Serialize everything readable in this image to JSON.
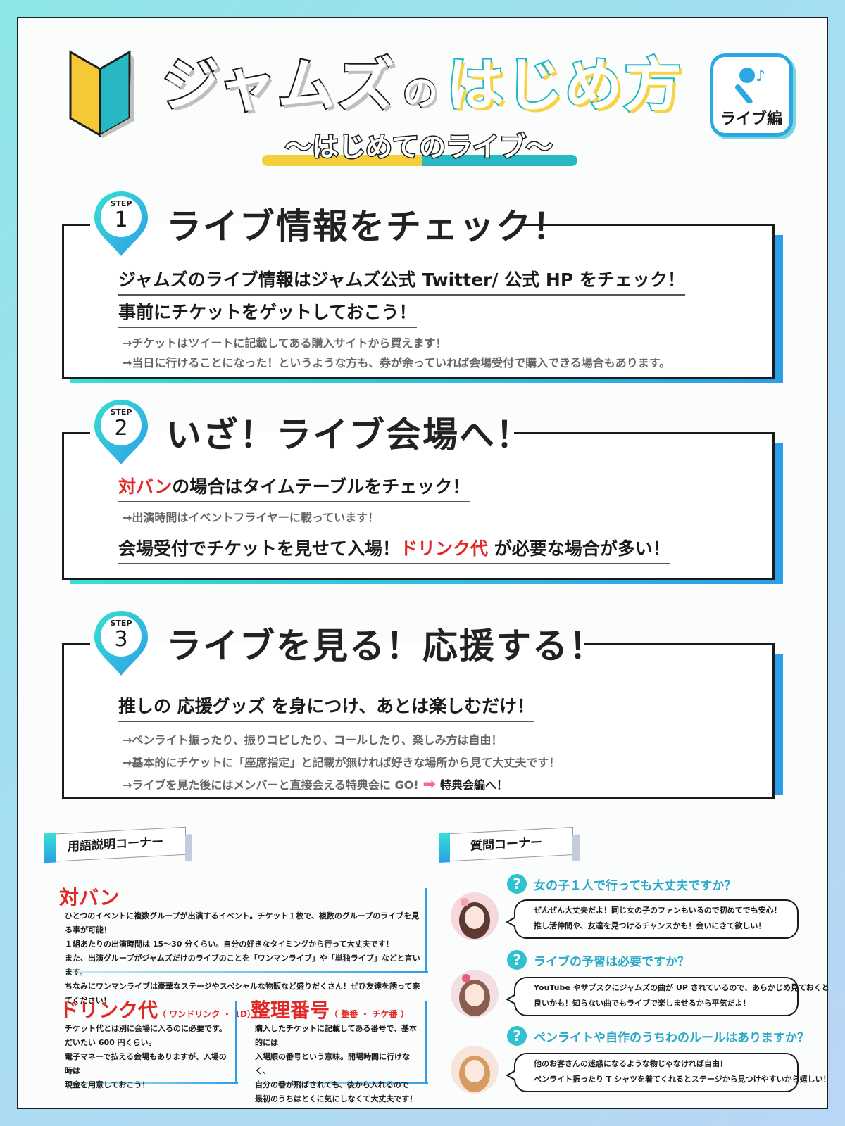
{
  "header": {
    "title_part1": "ジャムズ",
    "title_part2": "の",
    "title_part3": "はじめ方",
    "subtitle": "〜はじめてのライブ〜",
    "badge_label": "ライブ編"
  },
  "steps": [
    {
      "step_label": "STEP",
      "num": "1",
      "title": "ライブ情報をチェック！",
      "lead1": "ジャムズのライブ情報はジャムズ公式 Twitter/ 公式 HP をチェック！",
      "lead2": "事前にチケットをゲットしておこう！",
      "note1": "→チケットはツイートに記載してある購入サイトから買えます！",
      "note2": "→当日に行けることになった！というような方も、券が余っていれば会場受付で購入できる場合もあります。"
    },
    {
      "step_label": "STEP",
      "num": "2",
      "title": "いざ！ライブ会場へ！",
      "lead1_red": "対バン",
      "lead1_rest": "の場合はタイムテーブルをチェック！",
      "note1": "→出演時間はイベントフライヤーに載っています！",
      "lead2_a": "会場受付でチケットを見せて入場！",
      "lead2_red": "ドリンク代",
      "lead2_b": "が必要な場合が多い！"
    },
    {
      "step_label": "STEP",
      "num": "3",
      "title": "ライブを見る！応援する！",
      "lead1": "推しの 応援グッズ を身につけ、あとは楽しむだけ！",
      "note1": "→ペンライト振ったり、振りコピしたり、コールしたり、楽しみ方は自由！",
      "note2": "→基本的にチケットに「座席指定」と記載が無ければ好きな場所から見て大丈夫です！",
      "note3a": "→ライブを見た後にはメンバーと直接会える特典会に GO!",
      "note3b": "特典会編へ！"
    }
  ],
  "glossary": {
    "tab": "用語説明コーナー",
    "taiban": {
      "title": "対バン",
      "lines": [
        "ひとつのイベントに複数グループが出演するイベント。チケット１枚で、複数のグループのライブを見る事が可能！",
        "１組あたりの出演時間は 15〜30 分くらい。自分の好きなタイミングから行って大丈夫です！",
        "また、出演グループがジャムズだけのライブのことを「ワンマンライブ」や「単独ライブ」などと言います。",
        "ちなみにワンマンライブは豪華なステージやスペシャルな物販など盛りだくさん！ぜひ友達を誘って来てください！"
      ]
    },
    "drink": {
      "title": "ドリンク代",
      "sub": "（ ワンドリンク ・ 1D）",
      "lines": [
        "チケット代とは別に会場に入るのに必要です。",
        "だいたい 600 円くらい。",
        "電子マネーで払える会場もありますが、入場の時は",
        "現金を用意しておこう！"
      ]
    },
    "seiri": {
      "title": "整理番号",
      "sub": "（ 整番 ・ チケ番 ）",
      "lines": [
        "購入したチケットに記載してある番号で、基本的には",
        "入場順の番号という意味。開場時間に行けなく、",
        "自分の番が飛ばされても、後から入れるので",
        "最初のうちはとくに気にしなくて大丈夫です！"
      ]
    }
  },
  "qa": {
    "tab": "質問コーナー",
    "items": [
      {
        "q": "女の子１人で行っても大丈夫ですか？",
        "a1": "ぜんぜん大丈夫だよ！同じ女の子のファンもいるので初めてでも安心！",
        "a2": "推し活仲間や、友達を見つけるチャンスかも！会いにきて欲しい！"
      },
      {
        "q": "ライブの予習は必要ですか？",
        "a1": "YouTube やサブスクにジャムズの曲が UP されているので、あらかじめ見ておくと",
        "a2": "良いかも！知らない曲でもライブで楽しませるから平気だよ！"
      },
      {
        "q": "ペンライトや自作のうちわのルールはありますか？",
        "a1": "他のお客さんの迷惑になるような物じゃなければ自由！",
        "a2": "ペンライト振ったり T シャツを着てくれるとステージから見つけやすいから嬉しい！"
      }
    ]
  },
  "colors": {
    "accent_teal": "#2ec1cf",
    "accent_blue": "#2d9de8",
    "accent_yellow": "#f5cf3a",
    "red": "#e22826",
    "pink": "#f26b93"
  }
}
